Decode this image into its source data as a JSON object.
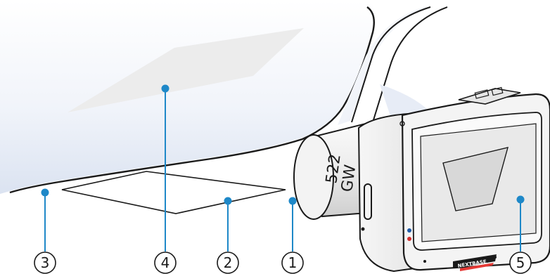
{
  "callouts": [
    {
      "number": "3"
    },
    {
      "number": "4"
    },
    {
      "number": "2"
    },
    {
      "number": "1"
    },
    {
      "number": "5"
    }
  ],
  "camera": {
    "brand": "NEXTBASE",
    "model_label_top": "522",
    "model_label_bottom": "GW"
  },
  "colors": {
    "callout_line": "#1e88c8",
    "callout_dot": "#1e88c8",
    "outline": "#1a1a1a",
    "windscreen_tint": "#dfe6f3",
    "sticker_fill": "#ececec",
    "screen_fill": "#dcdcdc",
    "brand_strip": "#e53935"
  }
}
